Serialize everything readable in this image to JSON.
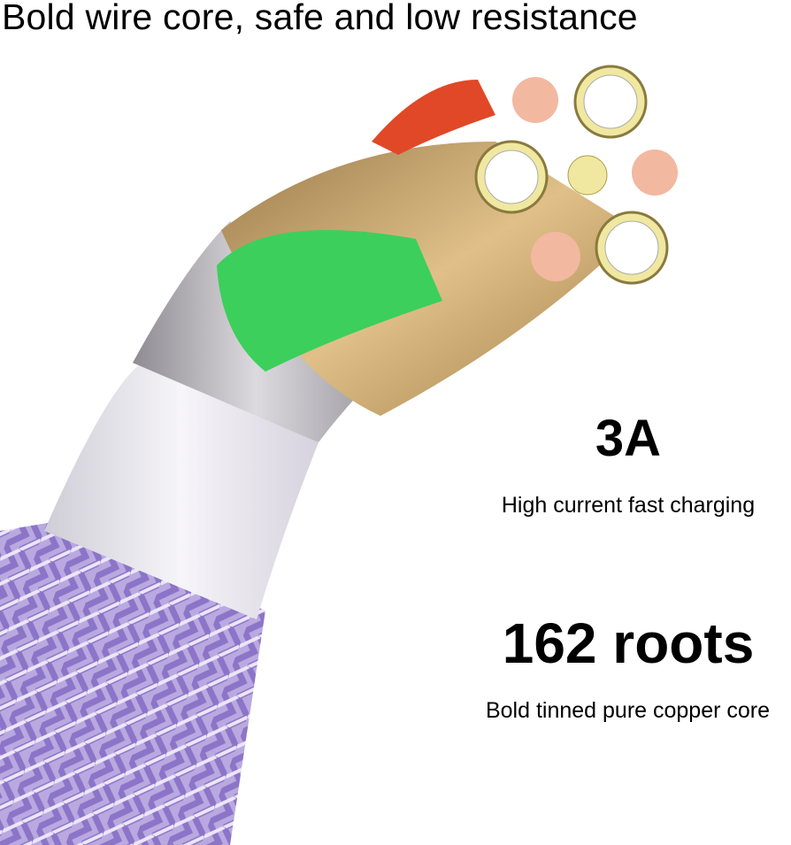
{
  "headline": "Bold wire core, safe and low resistance",
  "features": [
    {
      "value": "3A",
      "description": "High current fast charging"
    },
    {
      "value": "162 roots",
      "description": "Bold tinned pure copper core"
    }
  ],
  "colors": {
    "braid": "#a995d6",
    "sleeve": "#e8e6ee",
    "shield": "#b8b6bc",
    "copper": "#c8a064",
    "green": "#3ccf5c",
    "red": "#e04828",
    "tinned": "#f0e8a0"
  }
}
